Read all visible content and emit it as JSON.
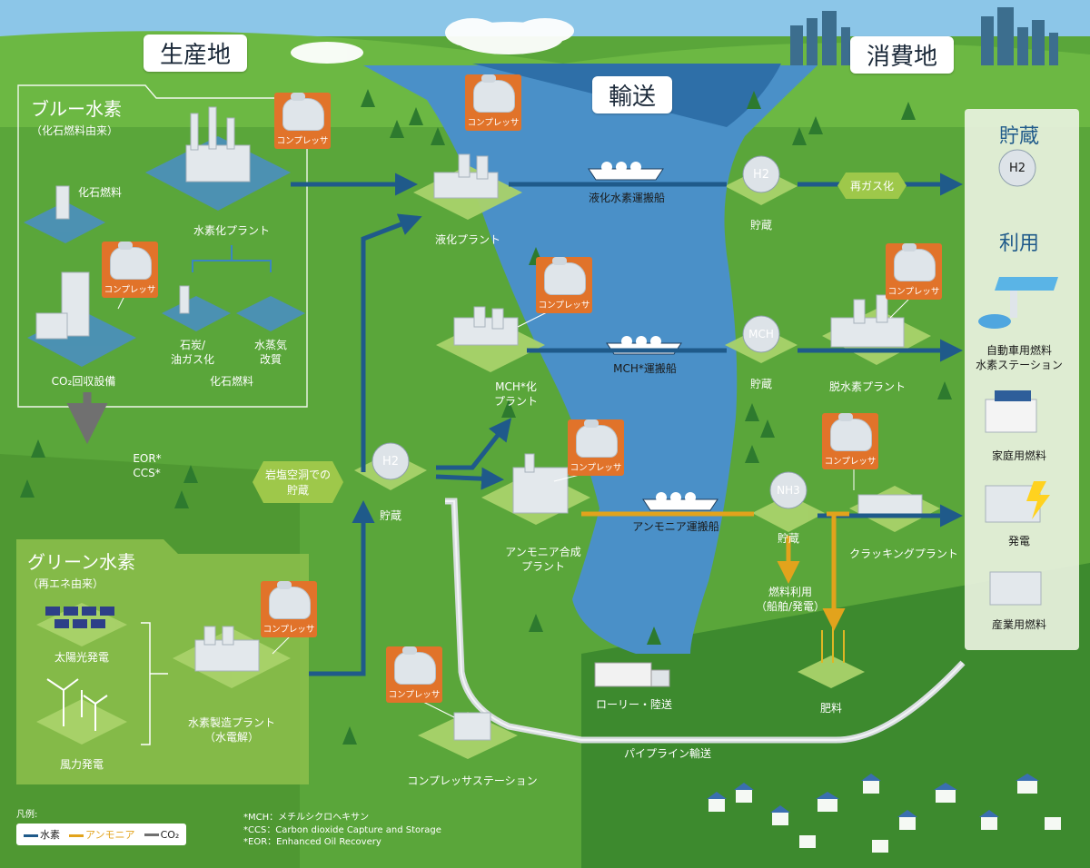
{
  "headers": {
    "production": "生産地",
    "transport": "輸送",
    "consumption": "消費地"
  },
  "blue": {
    "title": "ブルー水素",
    "sub": "（化石燃料由来）"
  },
  "green": {
    "title": "グリーン水素",
    "sub": "（再エネ由来）"
  },
  "compressor": "コンプレッサ",
  "labels": {
    "fossil_fuel": "化石燃料",
    "h2_plant": "水素化プラント",
    "coal": "石炭/\n油ガス化",
    "steam": "水蒸気\n改質",
    "fossil_group": "化石燃料",
    "co2_capture": "CO₂回収設備",
    "eor": "EOR*\nCCS*",
    "salt_cavern": "岩塩空洞での\n貯蔵",
    "storage_left": "貯蔵",
    "liq_plant": "液化プラント",
    "mch_plant": "MCH*化\nプラント",
    "ammonia_plant": "アンモニア合成\nプラント",
    "lh2_ship": "液化水素運搬船",
    "mch_ship": "MCH*運搬船",
    "nh3_ship": "アンモニア運搬船",
    "storage_h2": "貯蔵",
    "storage_mch": "貯蔵",
    "storage_nh3": "貯蔵",
    "regas": "再ガス化",
    "dehydro": "脱水素プラント",
    "cracking": "クラッキングプラント",
    "fuel_use": "燃料利用\n（船舶/発電）",
    "fertilizer": "肥料",
    "lorry": "ローリー・陸送",
    "pipeline": "パイプライン輸送",
    "comp_station": "コンプレッサステーション",
    "solar": "太陽光発電",
    "wind": "風力発電",
    "electrolysis": "水素製造プラント\n（水電解）",
    "storage_title": "貯蔵",
    "use_title": "利用",
    "car_station": "自動車用燃料\n水素ステーション",
    "home": "家庭用燃料",
    "power": "発電",
    "industry": "産業用燃料"
  },
  "tanks": {
    "h2_left": "H2",
    "h2_right": "H2",
    "h2_store": "H2",
    "mch": "MCH",
    "nh3": "NH3"
  },
  "legend": {
    "title": "凡例:",
    "hydrogen": "水素",
    "ammonia": "アンモニア",
    "co2": "CO₂"
  },
  "notes": [
    "*MCH：メチルシクロヘキサン",
    "*CCS：Carbon dioxide Capture and Storage",
    "*EOR：Enhanced Oil Recovery"
  ],
  "colors": {
    "hydrogen": "#1f5a8a",
    "ammonia": "#e2a31c",
    "co2": "#707070",
    "compressor": "#e1732a",
    "grass": "#5aa63a",
    "sea": "#4a90c8"
  }
}
